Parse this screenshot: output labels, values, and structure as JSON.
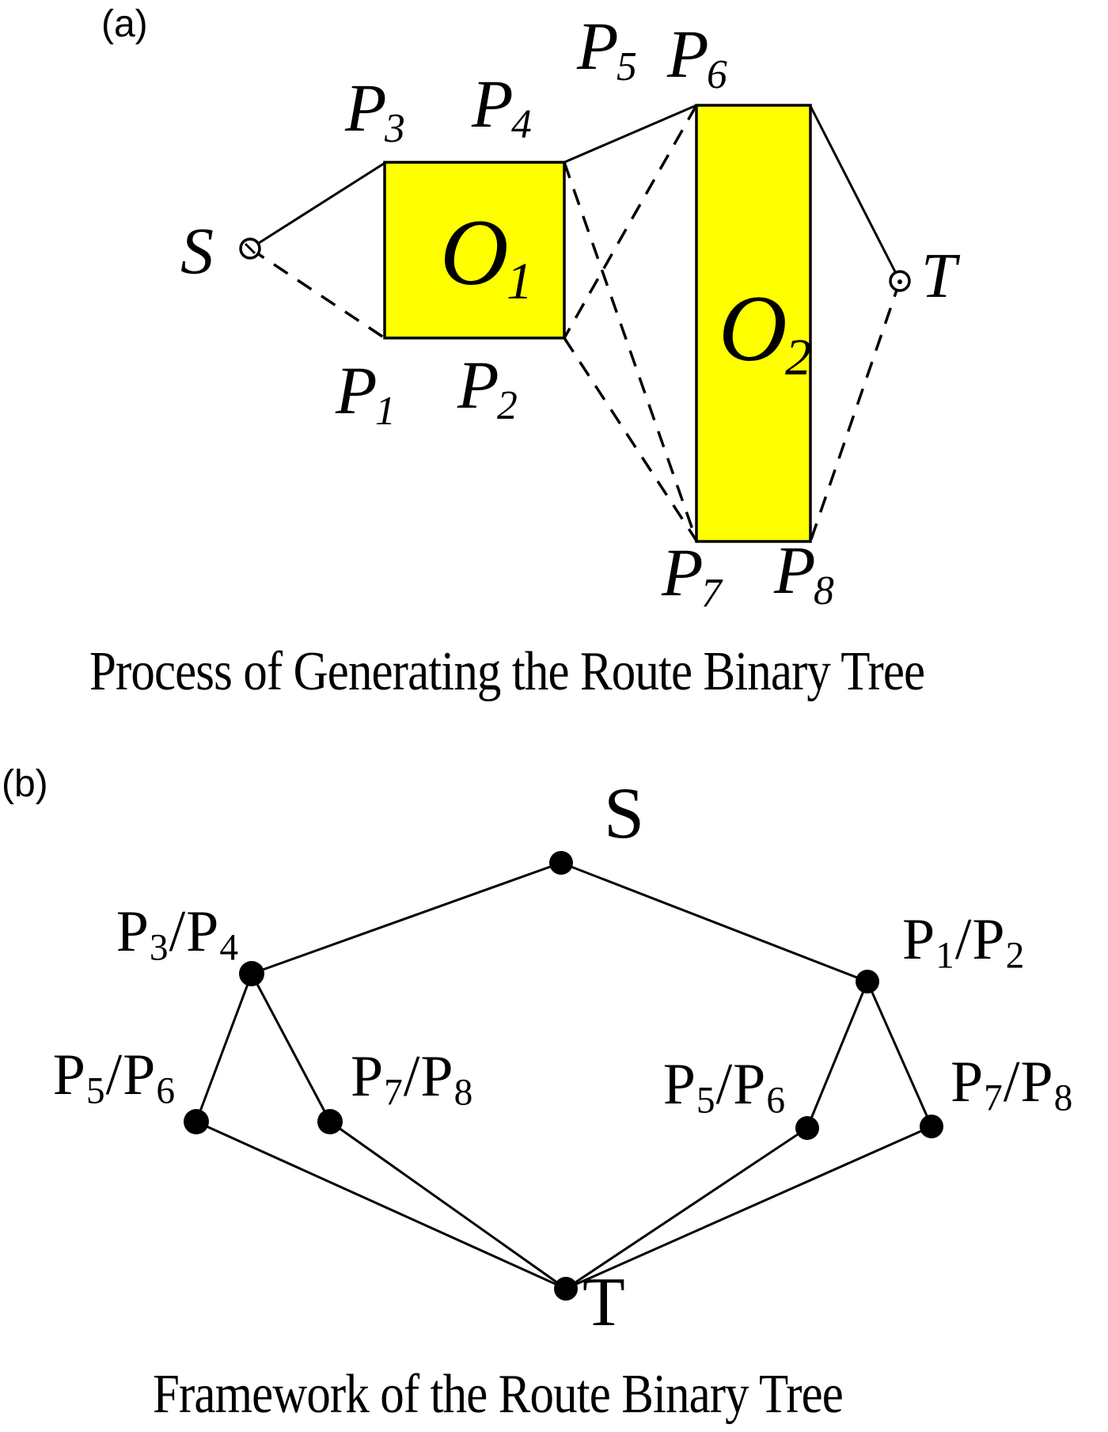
{
  "colors": {
    "obstacle_fill": "#ffff00",
    "line": "#000000",
    "background": "#ffffff"
  },
  "panel_a": {
    "tag": "(a)",
    "caption": "Process of Generating the Route Binary Tree",
    "source_label": "S",
    "target_label": "T",
    "obstacle_1": {
      "base": "O",
      "sub": "1"
    },
    "obstacle_2": {
      "base": "O",
      "sub": "2"
    },
    "p1": {
      "base": "P",
      "sub": "1"
    },
    "p2": {
      "base": "P",
      "sub": "2"
    },
    "p3": {
      "base": "P",
      "sub": "3"
    },
    "p4": {
      "base": "P",
      "sub": "4"
    },
    "p5": {
      "base": "P",
      "sub": "5"
    },
    "p6": {
      "base": "P",
      "sub": "6"
    },
    "p7": {
      "base": "P",
      "sub": "7"
    },
    "p8": {
      "base": "P",
      "sub": "8"
    }
  },
  "panel_b": {
    "tag": "(b)",
    "caption": "Framework of the Route Binary Tree",
    "s_label": "S",
    "t_label": "T",
    "p34": {
      "base1": "P",
      "sub1": "3",
      "sep": "/",
      "base2": "P",
      "sub2": "4"
    },
    "p12": {
      "base1": "P",
      "sub1": "1",
      "sep": "/",
      "base2": "P",
      "sub2": "2"
    },
    "p56_left": {
      "base1": "P",
      "sub1": "5",
      "sep": "/",
      "base2": "P",
      "sub2": "6"
    },
    "p78_left": {
      "base1": "P",
      "sub1": "7",
      "sep": "/",
      "base2": "P",
      "sub2": "8"
    },
    "p56_right": {
      "base1": "P",
      "sub1": "5",
      "sep": "/",
      "base2": "P",
      "sub2": "6"
    },
    "p78_right": {
      "base1": "P",
      "sub1": "7",
      "sep": "/",
      "base2": "P",
      "sub2": "8"
    }
  }
}
